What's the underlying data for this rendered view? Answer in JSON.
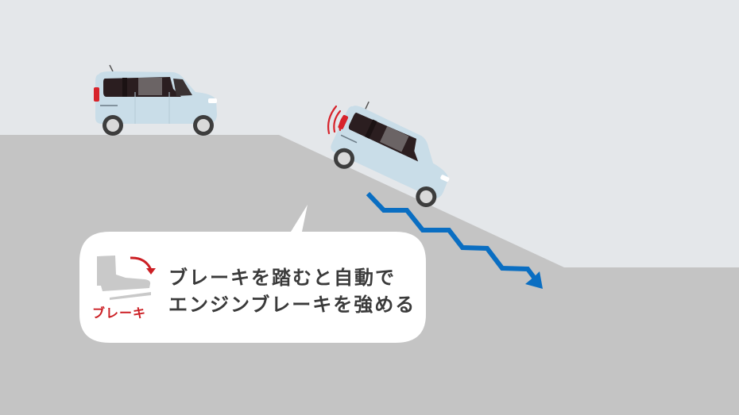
{
  "scene": {
    "sky_color": "#e4e7ea",
    "ground_color": "#c4c4c4",
    "car_body_color": "#c9dde8",
    "window_color": "#2a1c1e",
    "brake_light_color": "#d7232b",
    "arrow_color": "#0a6ec2"
  },
  "callout": {
    "line1": "ブレーキを踏むと自動で",
    "line2": "エンジンブレーキを強める",
    "text_color": "#3a3a3a"
  },
  "brake_icon": {
    "label": "ブレーキ",
    "label_color": "#cc1f24",
    "icon": "foot-press-pedal-icon"
  }
}
